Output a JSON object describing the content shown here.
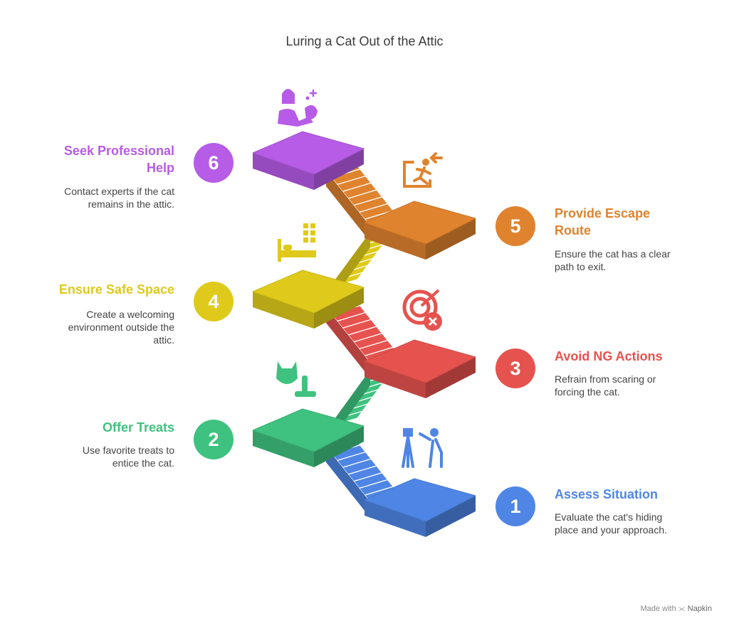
{
  "title": "Luring a Cat Out of the Attic",
  "colors": {
    "blue": "#4f86e5",
    "green": "#3fc27f",
    "red": "#e6534f",
    "yellow": "#dfca1b",
    "orange": "#e0832e",
    "purple": "#b65ce6"
  },
  "steps": [
    {
      "number": "1",
      "title": "Assess Situation",
      "desc": [
        "Evaluate the cat's hiding",
        "place and your approach."
      ],
      "icon": "surveyor-icon",
      "color": "#4f86e5"
    },
    {
      "number": "2",
      "title": "Offer Treats",
      "desc": [
        "Use favorite treats to",
        "entice the cat."
      ],
      "icon": "cat-treat-icon",
      "color": "#3fc27f"
    },
    {
      "number": "3",
      "title": "Avoid NG Actions",
      "desc": [
        "Refrain from scaring or",
        "forcing the cat."
      ],
      "icon": "target-cancel-icon",
      "color": "#e6534f"
    },
    {
      "number": "4",
      "title": "Ensure Safe Space",
      "desc": [
        "Create a welcoming",
        "environment outside the",
        "attic."
      ],
      "icon": "bed-building-icon",
      "color": "#dfca1b"
    },
    {
      "number": "5",
      "title": "Provide Escape Route",
      "title_lines": [
        "Provide Escape",
        "Route"
      ],
      "desc": [
        "Ensure the cat has a clear",
        "path to exit."
      ],
      "icon": "exit-icon",
      "color": "#e0832e"
    },
    {
      "number": "6",
      "title": "Seek Professional Help",
      "title_lines": [
        "Seek Professional",
        "Help"
      ],
      "desc": [
        "Contact experts if the cat",
        "remains in the attic."
      ],
      "icon": "professional-icon",
      "color": "#b65ce6"
    }
  ],
  "footer": {
    "made_with": "Made with",
    "brand": "Napkin"
  }
}
